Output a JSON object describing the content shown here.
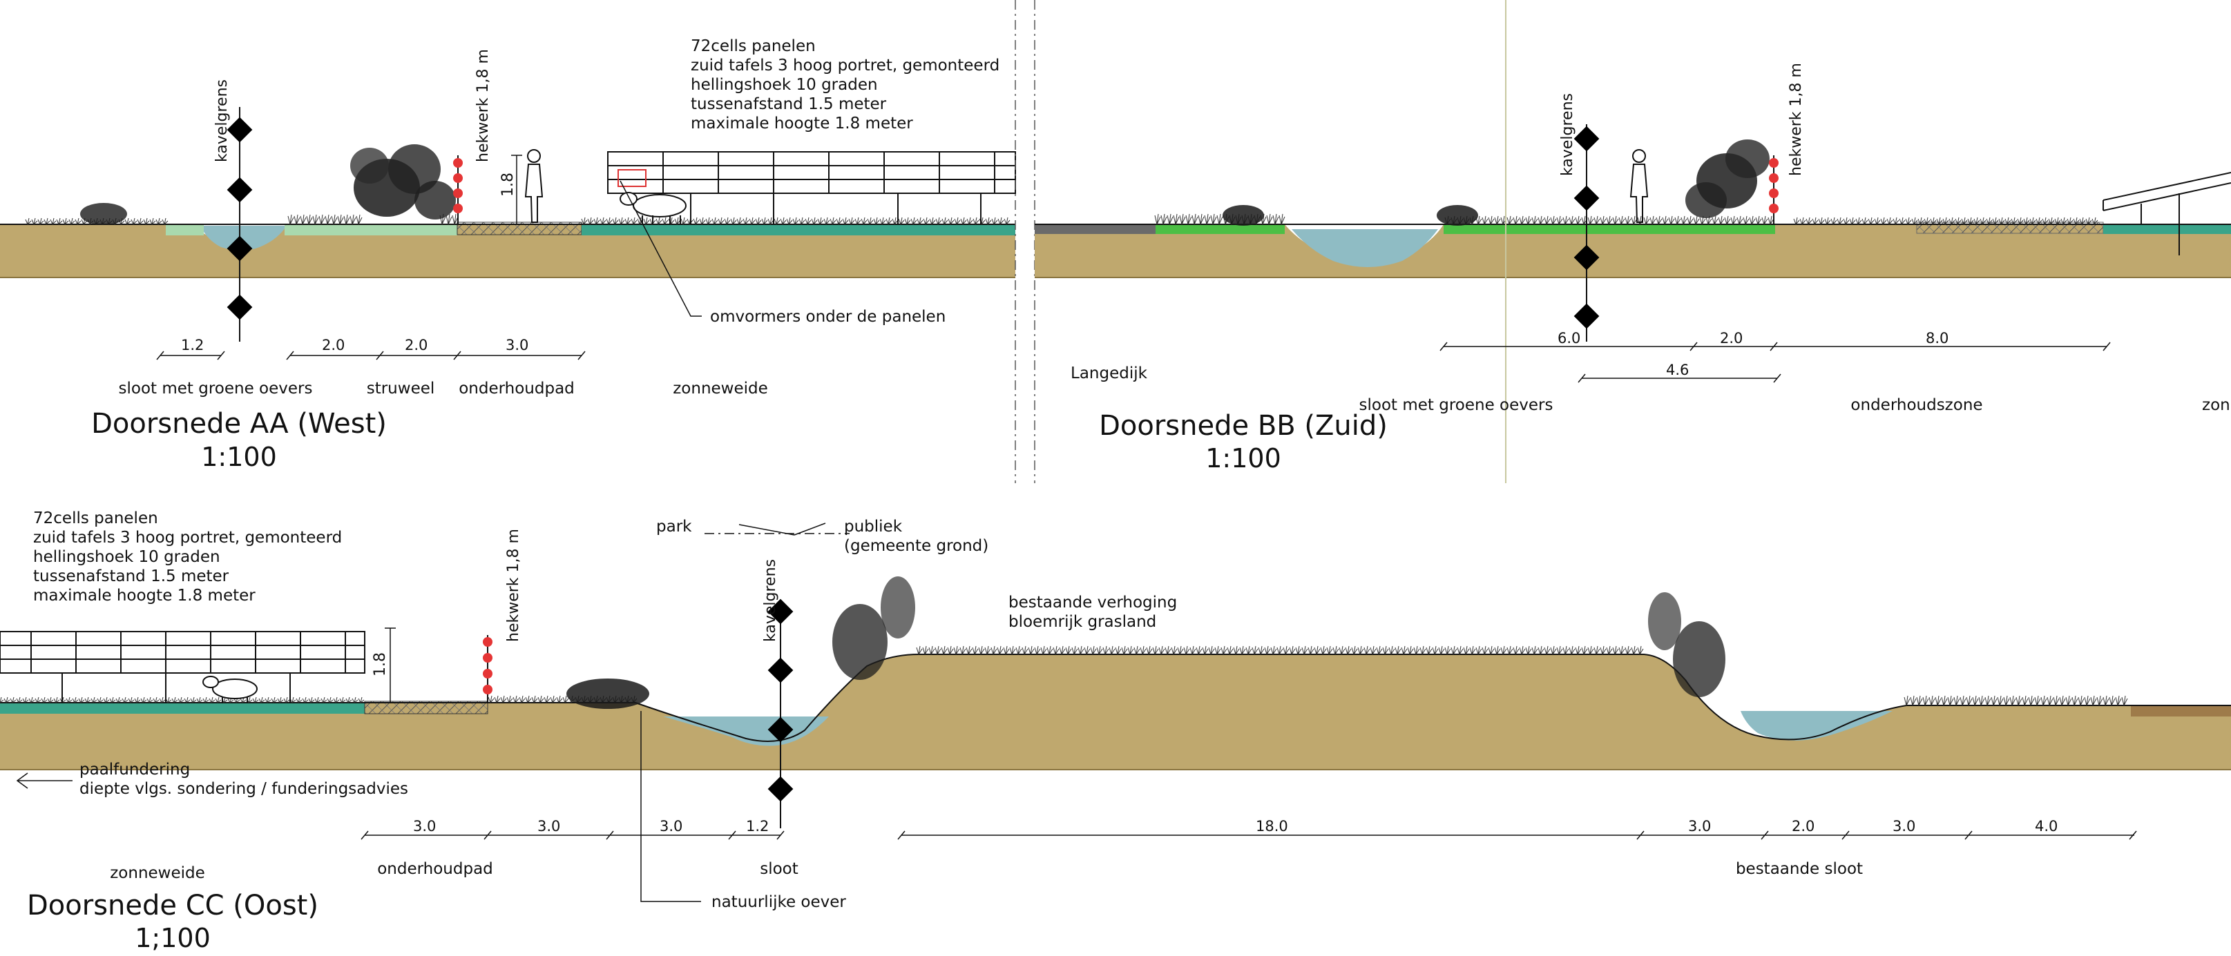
{
  "colors": {
    "ground": "#bfa86e",
    "ground_dark": "#a7905a",
    "water": "#8fbcc4",
    "grass_green": "#4cbf45",
    "pale_green": "#a9d9ae",
    "teal_strip": "#3aa48a",
    "fence_red": "#e53535",
    "road_grey": "#6a6a6a",
    "line": "#111111"
  },
  "common": {
    "kavelgrens": "kavelgrens",
    "hekwerk": "hekwerk 1,8 m",
    "fence_height": "1.8"
  },
  "section_aa": {
    "title": "Doorsnede AA (West)",
    "scale": "1:100",
    "panel_notes": [
      "72cells panelen",
      "zuid tafels 3 hoog portret, gemonteerd",
      "hellingshoek 10 graden",
      "tussenafstand 1.5 meter",
      "maximale hoogte 1.8 meter"
    ],
    "inverter_note": "omvormers onder de panelen",
    "dims": [
      "1.2",
      "2.0",
      "2.0",
      "3.0"
    ],
    "zones": [
      "sloot met groene oevers",
      "struweel",
      "onderhoudpad",
      "zonneweide"
    ]
  },
  "section_bb": {
    "title": "Doorsnede BB (Zuid)",
    "scale": "1:100",
    "place": "Langedijk",
    "dims_top": [
      "6.0",
      "2.0",
      "8.0"
    ],
    "dims_bottom": [
      "4.6"
    ],
    "zones": [
      "sloot met groene oevers",
      "onderhoudszone",
      "zon"
    ]
  },
  "section_cc": {
    "title": "Doorsnede CC (Oost)",
    "scale": "1;100",
    "panel_notes": [
      "72cells panelen",
      "zuid tafels 3 hoog portret, gemonteerd",
      "hellingshoek 10 graden",
      "tussenafstand 1.5 meter",
      "maximale hoogte 1.8 meter"
    ],
    "park": "park",
    "publiek": [
      "publiek",
      "(gemeente grond)"
    ],
    "raised": [
      "bestaande verhoging",
      "bloemrijk grasland"
    ],
    "foundation": [
      "paalfundering",
      "diepte vlgs. sondering / funderingsadvies"
    ],
    "bank_note": "natuurlijke oever",
    "dims": [
      "3.0",
      "3.0",
      "3.0",
      "1.2",
      "18.0",
      "3.0",
      "2.0",
      "3.0",
      "4.0"
    ],
    "zones": [
      "zonneweide",
      "onderhoudpad",
      "sloot",
      "bestaande sloot"
    ]
  }
}
